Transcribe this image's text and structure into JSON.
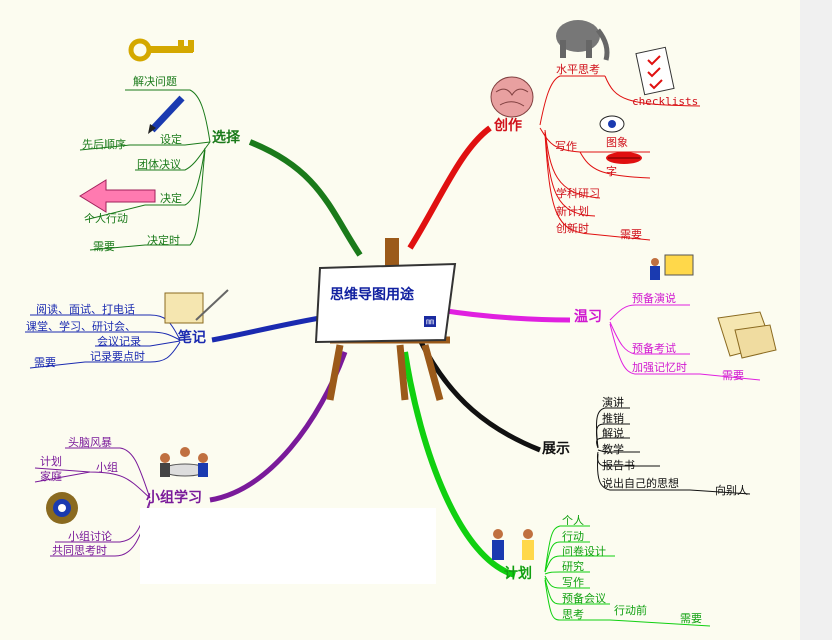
{
  "center": {
    "title": "思维导图用途",
    "tag": "㎜"
  },
  "colors": {
    "choose": "#1a7a1a",
    "create": "#d0101a",
    "notes": "#1a2ab0",
    "review": "#d018d0",
    "group": "#7a1a9a",
    "present": "#111111",
    "plan": "#10a010"
  },
  "choose": {
    "title": "选择",
    "items": [
      "解决问题",
      "先后顺序",
      "设定",
      "团体决议",
      "决定",
      "个人行动",
      "需要",
      "决定时"
    ]
  },
  "create": {
    "title": "创作",
    "items": [
      "水平思考",
      "checklists",
      "写作",
      "图象",
      "字",
      "学科研习",
      "新计划",
      "创新时",
      "需要"
    ]
  },
  "notes": {
    "title": "笔记",
    "items": [
      "阅读、面试、打电话",
      "课堂、学习、研讨会、",
      "会议记录",
      "记录要点时",
      "需要"
    ]
  },
  "review": {
    "title": "温习",
    "items": [
      "预备演说",
      "预备考试",
      "加强记忆时",
      "需要"
    ]
  },
  "group": {
    "title": "小组学习",
    "items": [
      "头脑风暴",
      "计划",
      "家庭",
      "小组",
      "小组讨论",
      "共同思考时"
    ]
  },
  "present": {
    "title": "展示",
    "items": [
      "演讲",
      "推销",
      "解说",
      "教学",
      "报告书",
      "说出自己的思想",
      "向别人"
    ]
  },
  "plan": {
    "title": "计划",
    "items": [
      "个人",
      "行动",
      "问卷设计",
      "研究",
      "写作",
      "预备会议",
      "思考",
      "行动前",
      "需要"
    ]
  },
  "icons": [
    "key-icon",
    "pencil-icon",
    "arrow-icon",
    "brain-icon",
    "elephant-icon",
    "checklist-icon",
    "eye-icon",
    "lips-icon",
    "quill-paper-icon",
    "presenter-icon",
    "notes-paper-icon",
    "group-table-icon",
    "gear-icon",
    "handshake-icon",
    "easel-icon"
  ]
}
